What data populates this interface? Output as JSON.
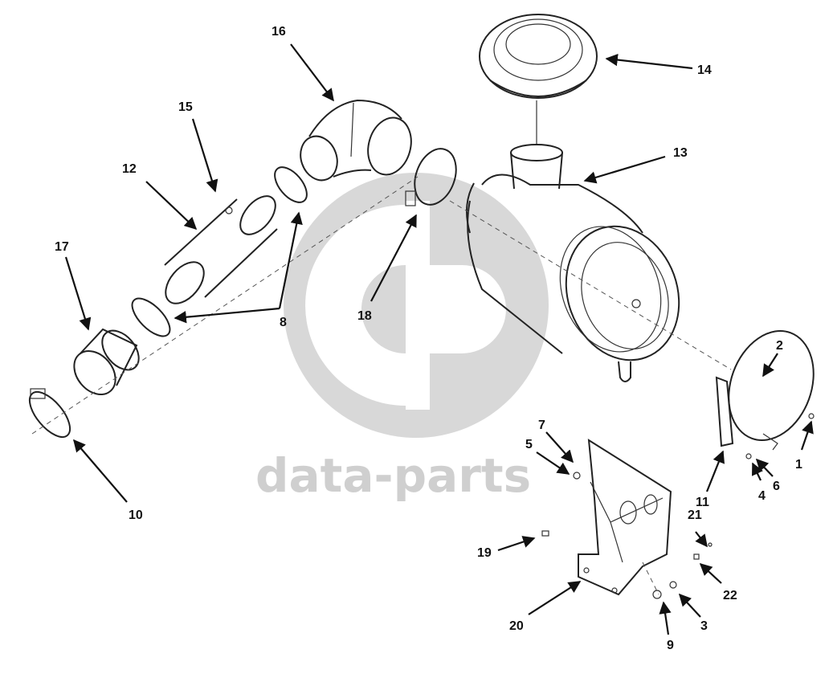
{
  "watermark": {
    "text": "data-parts",
    "color": "#cfcfcf",
    "icon": "dp-logo-icon"
  },
  "callouts": {
    "c1": "1",
    "c2": "2",
    "c3": "3",
    "c4": "4",
    "c5": "5",
    "c6": "6",
    "c7": "7",
    "c8": "8",
    "c9": "9",
    "c10": "10",
    "c11": "11",
    "c12": "12",
    "c13": "13",
    "c14": "14",
    "c15": "15",
    "c16": "16",
    "c17": "17",
    "c18": "18",
    "c19": "19",
    "c20": "20",
    "c21": "21",
    "c22": "22"
  }
}
